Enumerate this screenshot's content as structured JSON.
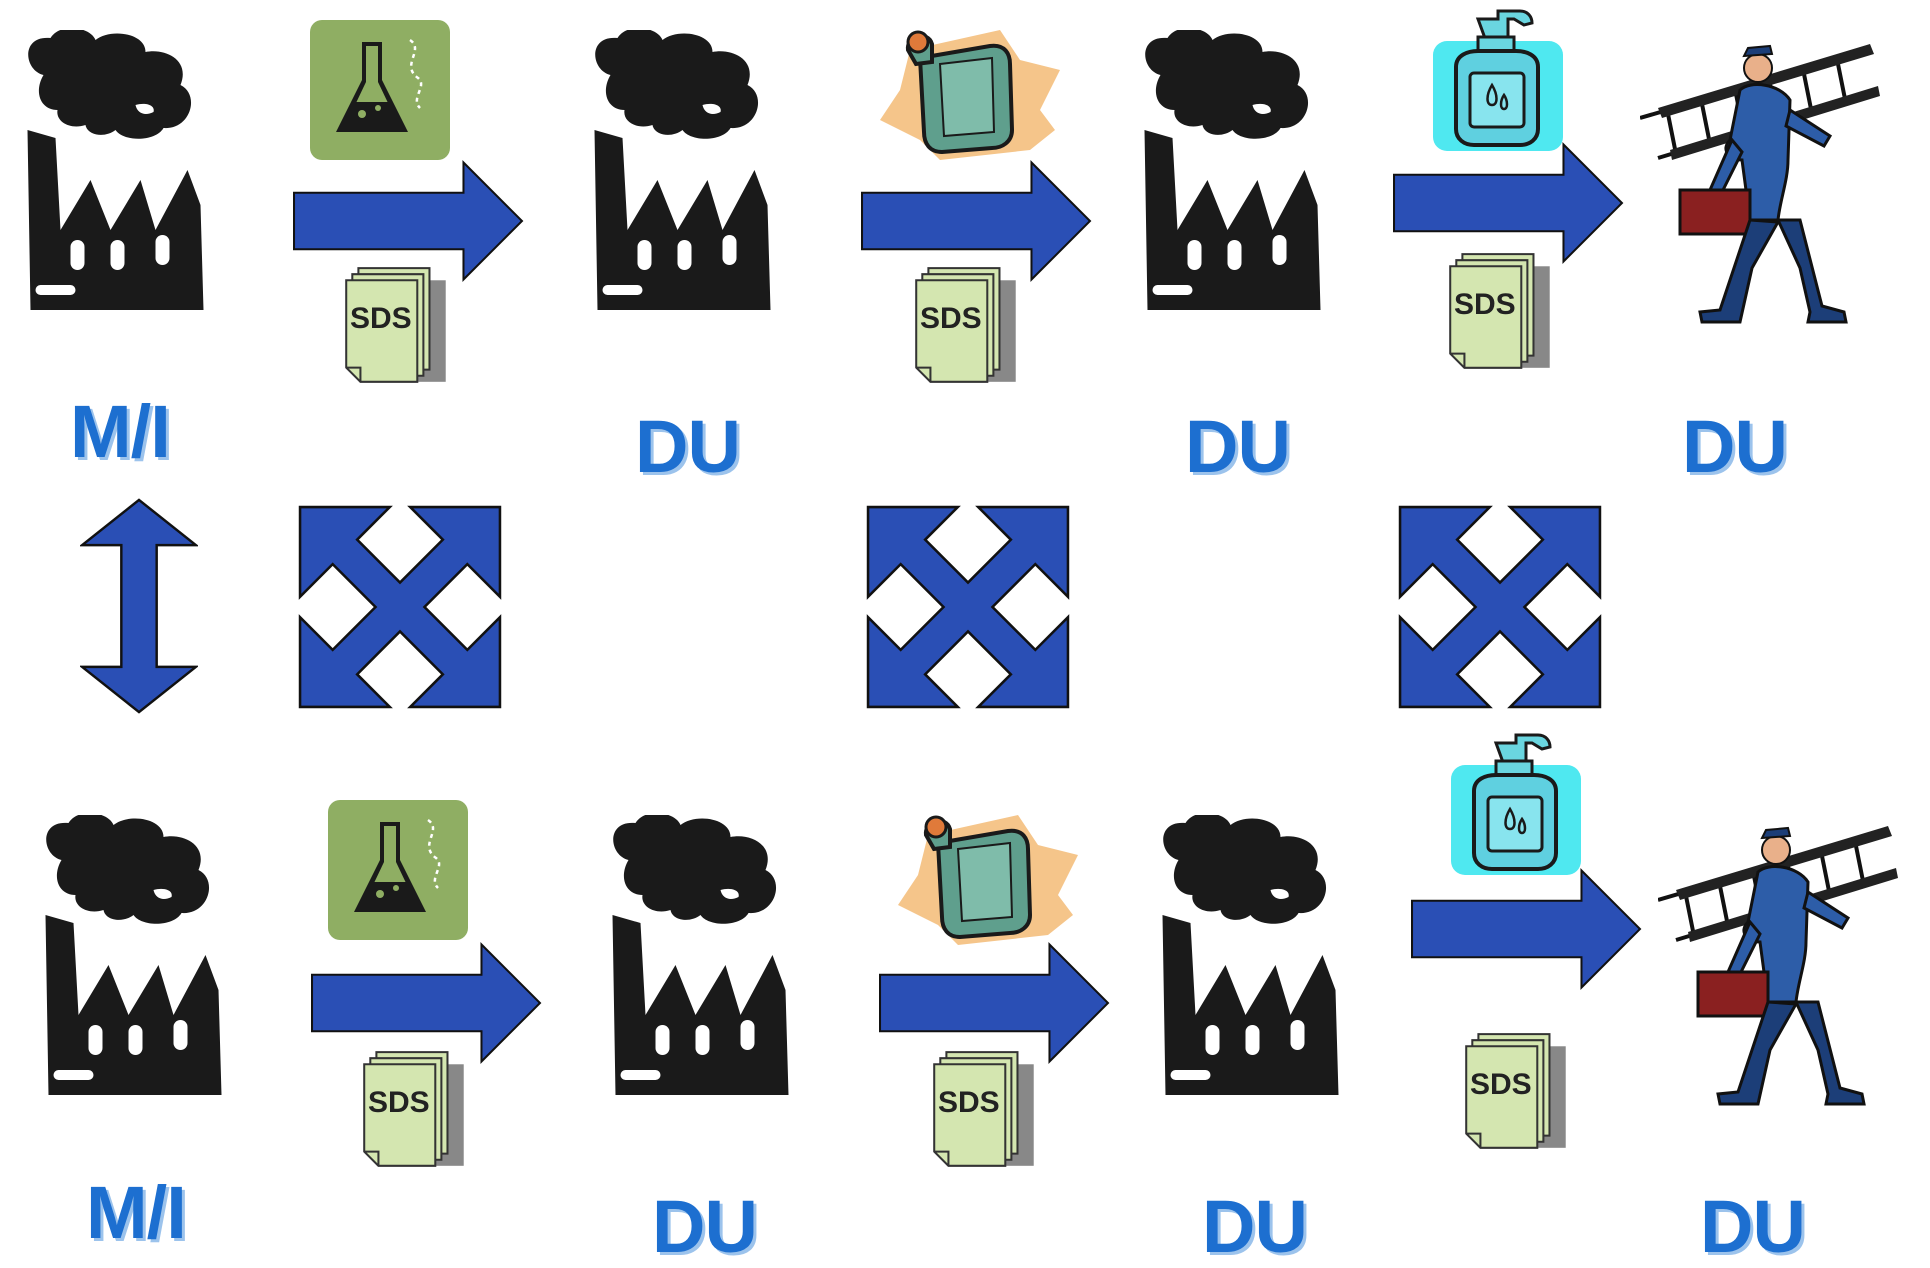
{
  "diagram": {
    "rows": [
      {
        "nodes": [
          {
            "label": "M/I",
            "icon": "factory-icon"
          },
          {
            "label": "DU",
            "icon": "factory-icon"
          },
          {
            "label": "DU",
            "icon": "factory-icon"
          },
          {
            "label": "DU",
            "icon": "worker-icon"
          }
        ],
        "flows": [
          {
            "product_icon": "flask-icon",
            "document": "SDS"
          },
          {
            "product_icon": "jerrycan-icon",
            "document": "SDS"
          },
          {
            "product_icon": "soap-bottle-icon",
            "document": "SDS"
          }
        ]
      },
      {
        "nodes": [
          {
            "label": "M/I",
            "icon": "factory-icon"
          },
          {
            "label": "DU",
            "icon": "factory-icon"
          },
          {
            "label": "DU",
            "icon": "factory-icon"
          },
          {
            "label": "DU",
            "icon": "worker-icon"
          }
        ],
        "flows": [
          {
            "product_icon": "flask-icon",
            "document": "SDS"
          },
          {
            "product_icon": "jerrycan-icon",
            "document": "SDS"
          },
          {
            "product_icon": "soap-bottle-icon",
            "document": "SDS"
          }
        ]
      }
    ],
    "connectors": [
      "double-arrow-vertical-icon",
      "four-way-arrow-icon",
      "four-way-arrow-icon",
      "four-way-arrow-icon"
    ],
    "colors": {
      "arrow_fill": "#2a4fb5",
      "label": "#1d6fd0",
      "sds_paper": "#d4e6b0",
      "factory": "#1a1a1a"
    }
  }
}
